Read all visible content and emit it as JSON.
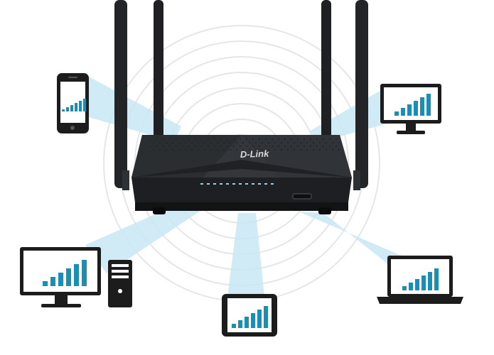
{
  "router": {
    "brand": "D-Link",
    "body_color": "#2a2d30",
    "led_color": "#8fd3f0",
    "led_count": 12
  },
  "colors": {
    "beam": "#bfe3f3",
    "signal_bar": "#1a8fb5",
    "device": "#1c1c1c",
    "ripple": "#e6e6e6"
  },
  "devices": [
    {
      "icon": "smartphone-icon",
      "signal_bars": 6
    },
    {
      "icon": "monitor-icon",
      "signal_bars": 6
    },
    {
      "icon": "desktop-computer-icon",
      "signal_bars": 6
    },
    {
      "icon": "tablet-icon",
      "signal_bars": 6
    },
    {
      "icon": "laptop-icon",
      "signal_bars": 6
    }
  ]
}
